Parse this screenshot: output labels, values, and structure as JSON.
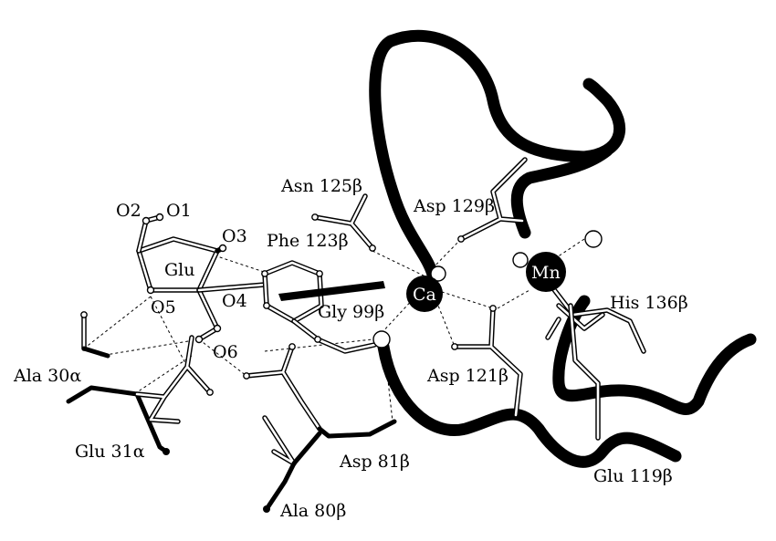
{
  "labels": {
    "asn125": "Asn 125β",
    "asp129": "Asp 129β",
    "o2": "O2",
    "o1": "O1",
    "o3": "O3",
    "phe123": "Phe 123β",
    "glu_sugar": "Glu",
    "mn": "Mn",
    "ca": "Ca",
    "o5": "O5",
    "o4": "O4",
    "gly99": "Gly 99β",
    "his136": "His 136β",
    "o6": "O6",
    "ala30": "Ala 30α",
    "asp121": "Asp 121β",
    "glu31": "Glu 31α",
    "asp81": "Asp 81β",
    "glu119": "Glu 119β",
    "ala80": "Ala 80β"
  },
  "colors": {
    "ink": "#000000",
    "background": "#ffffff"
  }
}
